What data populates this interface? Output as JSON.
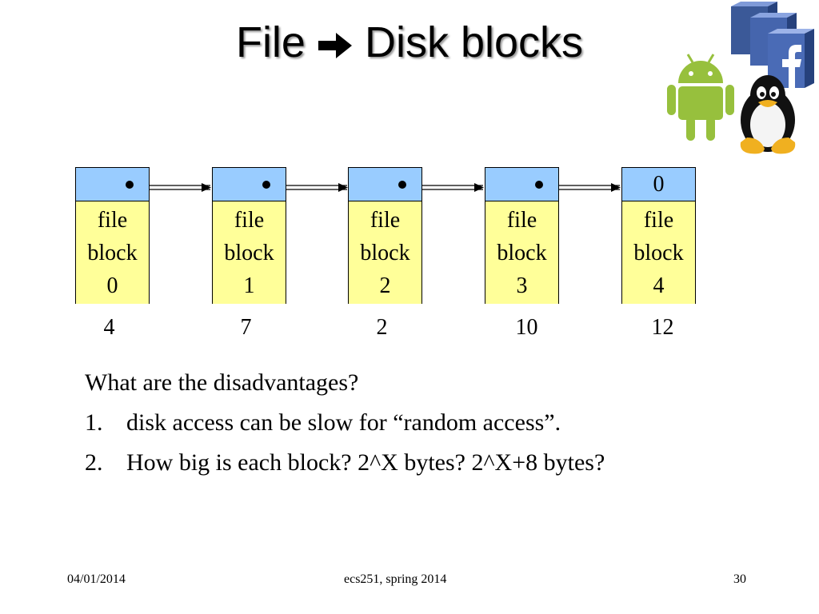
{
  "title": {
    "left": "File",
    "right": "Disk blocks"
  },
  "icons": [
    "facebook-logo",
    "android-logo",
    "linux-tux-logo"
  ],
  "blocks": [
    {
      "pointer": "",
      "line1": "file",
      "line2": "block",
      "index": "0",
      "address": "4"
    },
    {
      "pointer": "",
      "line1": "file",
      "line2": "block",
      "index": "1",
      "address": "7"
    },
    {
      "pointer": "",
      "line1": "file",
      "line2": "block",
      "index": "2",
      "address": "2"
    },
    {
      "pointer": "",
      "line1": "file",
      "line2": "block",
      "index": "3",
      "address": "10"
    },
    {
      "pointer": "0",
      "line1": "file",
      "line2": "block",
      "index": "4",
      "address": "12"
    }
  ],
  "question": "What are the disadvantages?",
  "items": [
    {
      "num": "1.",
      "text": "disk access can be slow for “random access”."
    },
    {
      "num": "2.",
      "text": "How big is each block? 2^X bytes? 2^X+8 bytes?"
    }
  ],
  "footer": {
    "date": "04/01/2014",
    "course": "ecs251, spring 2014",
    "page": "30"
  },
  "colors": {
    "pointer_fill": "#99ccff",
    "data_fill": "#ffff99",
    "title_shadow": "#9a9a9a"
  }
}
